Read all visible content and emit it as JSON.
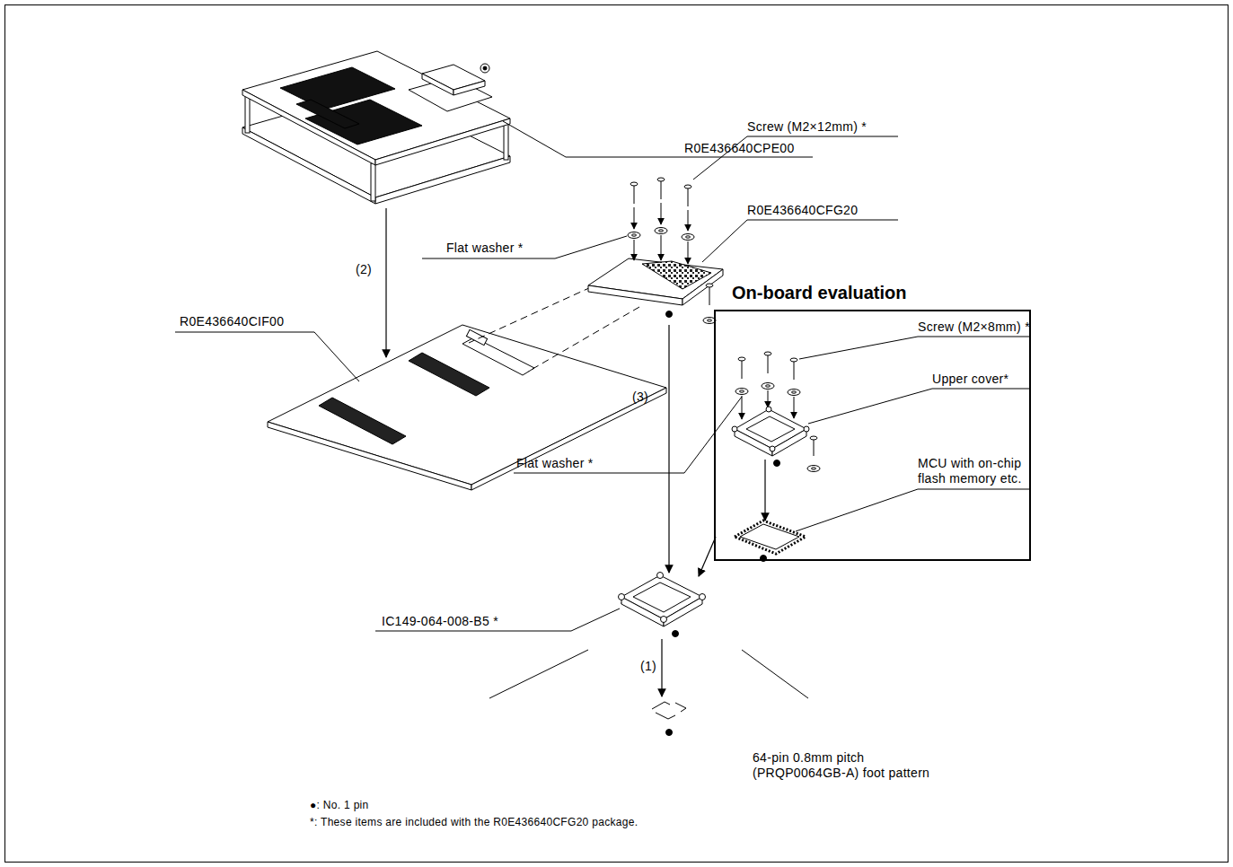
{
  "diagram": {
    "nodes": [
      {
        "text": [
          "On-board evaluation"
        ]
      }
    ],
    "labels": [
      "R0E436640CPE00",
      "Screw (M2×12mm) *",
      "Flat washer *",
      "R0E436640CFG20",
      "(2)",
      "R0E436640CIF00",
      "Screw (M2×8mm) *",
      "Upper cover*",
      "MCU with on-chip flash memory etc.",
      "(3)",
      "Flat washer *",
      "IC149-064-008-B5 *",
      "(1)",
      "64-pin 0.8mm pitch (PRQP0064GB-A) foot pattern",
      "●: No. 1 pin",
      "*: These items are included with the R0E436640CFG20 package."
    ]
  }
}
